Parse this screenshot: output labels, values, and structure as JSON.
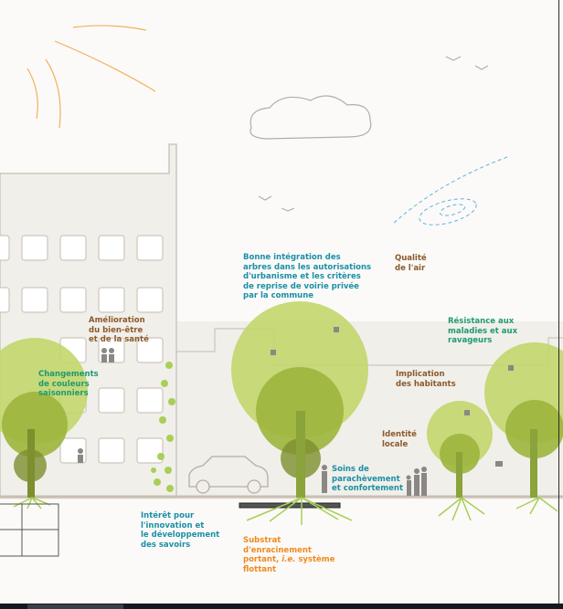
{
  "labels": {
    "integration": "Bonne intégration des\narbres dans les autorisations\nd'urbanisme et les critères\nde reprise de voirie privée\npar la commune",
    "air": "Qualité\nde l'air",
    "resistance": "Résistance aux\nmaladies et aux\nravageurs",
    "wellbeing": "Amélioration\ndu bien-être\net de la santé",
    "colors": "Changements\nde couleurs\nsaisonniers",
    "implication": "Implication\ndes habitants",
    "identity": "Identité\nlocale",
    "care": "Soins de\nparachèvement\net confortement",
    "innovation": "Intérêt pour\nl'innovation et\nle développement\ndes savoirs",
    "substrate_a": "Substrat\nd'enracinement\nportant, ",
    "substrate_ie": "i.e.",
    "substrate_b": " système\nflottant"
  },
  "colors": {
    "tree_light": "#c2d66b",
    "tree_mid": "#9cb53c",
    "tree_dark": "#7d8f2e",
    "teal": "#1b8fa6",
    "brown": "#8b5a2b",
    "orange": "#f08a1e"
  }
}
